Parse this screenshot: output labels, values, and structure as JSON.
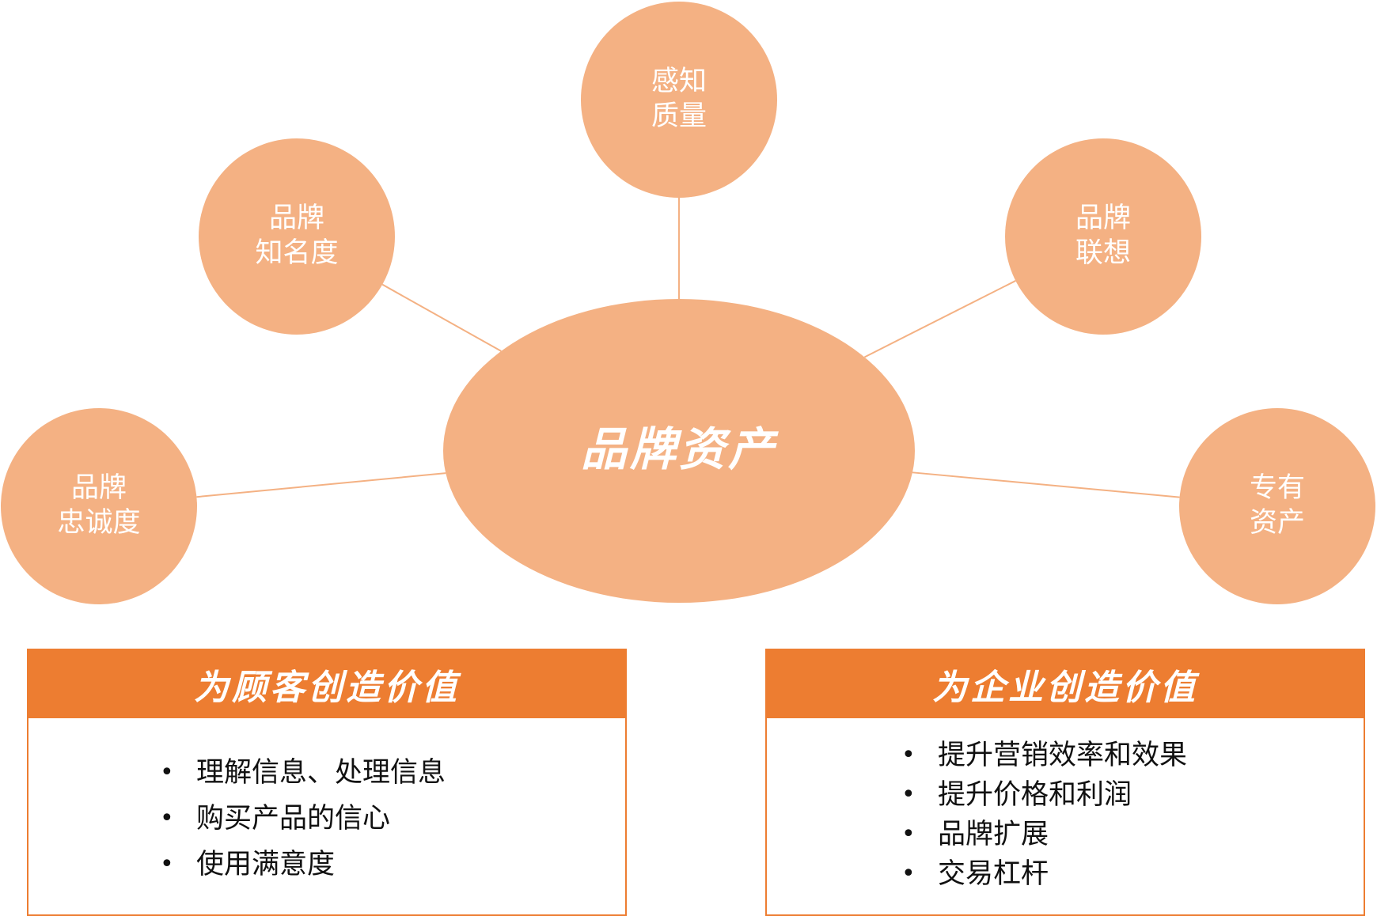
{
  "colors": {
    "node_fill": "#F4B183",
    "line": "#F4B183",
    "header_fill": "#ED7D31",
    "border": "#ED7D31",
    "node_text": "#ffffff"
  },
  "diagram": {
    "center": "品牌资产",
    "nodes": [
      {
        "id": "perceived-quality",
        "lines": [
          "感知",
          "质量"
        ]
      },
      {
        "id": "brand-awareness",
        "lines": [
          "品牌",
          "知名度"
        ]
      },
      {
        "id": "brand-association",
        "lines": [
          "品牌",
          "联想"
        ]
      },
      {
        "id": "brand-loyalty",
        "lines": [
          "品牌",
          "忠诚度"
        ]
      },
      {
        "id": "proprietary-assets",
        "lines": [
          "专有",
          "资产"
        ]
      }
    ]
  },
  "left_box": {
    "title": "为顾客创造价值",
    "items": [
      "理解信息、处理信息",
      "购买产品的信心",
      "使用满意度"
    ]
  },
  "right_box": {
    "title": "为企业创造价值",
    "items": [
      "提升营销效率和效果",
      "提升价格和利润",
      "品牌扩展",
      "交易杠杆"
    ]
  }
}
